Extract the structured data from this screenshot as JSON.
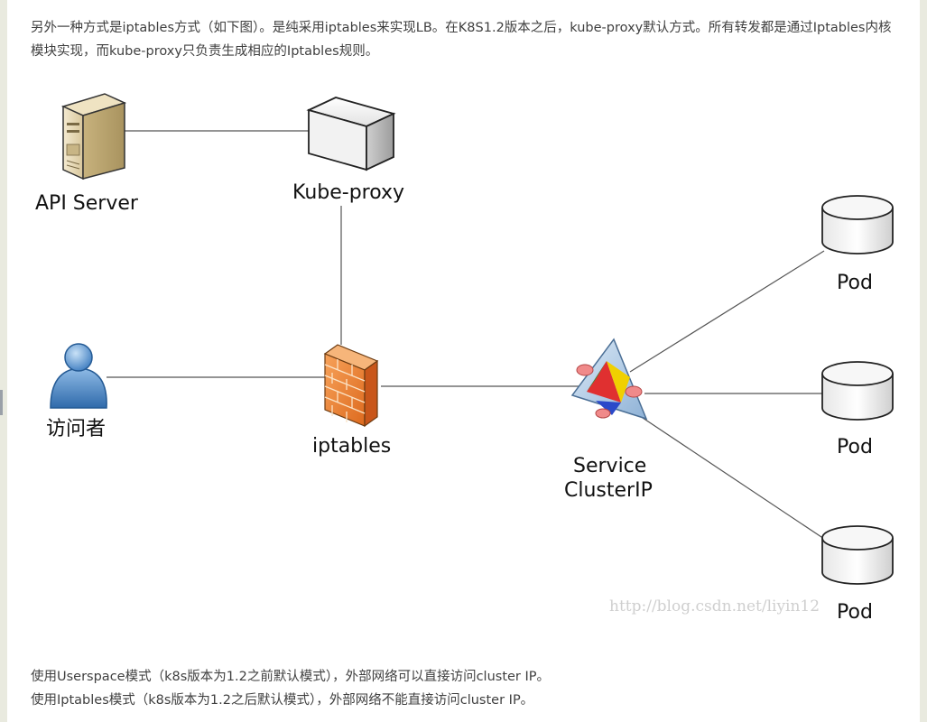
{
  "intro_text": "另外一种方式是iptables方式（如下图）。是纯采用iptables来实现LB。在K8S1.2版本之后，kube-proxy默认方式。所有转发都是通过Iptables内核模块实现，而kube-proxy只负责生成相应的Iptables规则。",
  "diagram": {
    "api_server_label": "API Server",
    "kube_proxy_label": "Kube-proxy",
    "visitor_label": "访问者",
    "iptables_label": "iptables",
    "service_label": "Service",
    "clusterip_label": "ClusterIP",
    "pod_labels": [
      "Pod",
      "Pod",
      "Pod"
    ],
    "watermark": "http://blog.csdn.net/liyin12"
  },
  "notes": [
    "使用Userspace模式（k8s版本为1.2之前默认模式），外部网络可以直接访问cluster IP。",
    "使用Iptables模式（k8s版本为1.2之后默认模式），外部网络不能直接访问cluster IP。"
  ],
  "colors": {
    "background": "#e9eadf",
    "page": "#ffffff",
    "text": "#404040",
    "watermark": "#cfcfcf"
  }
}
